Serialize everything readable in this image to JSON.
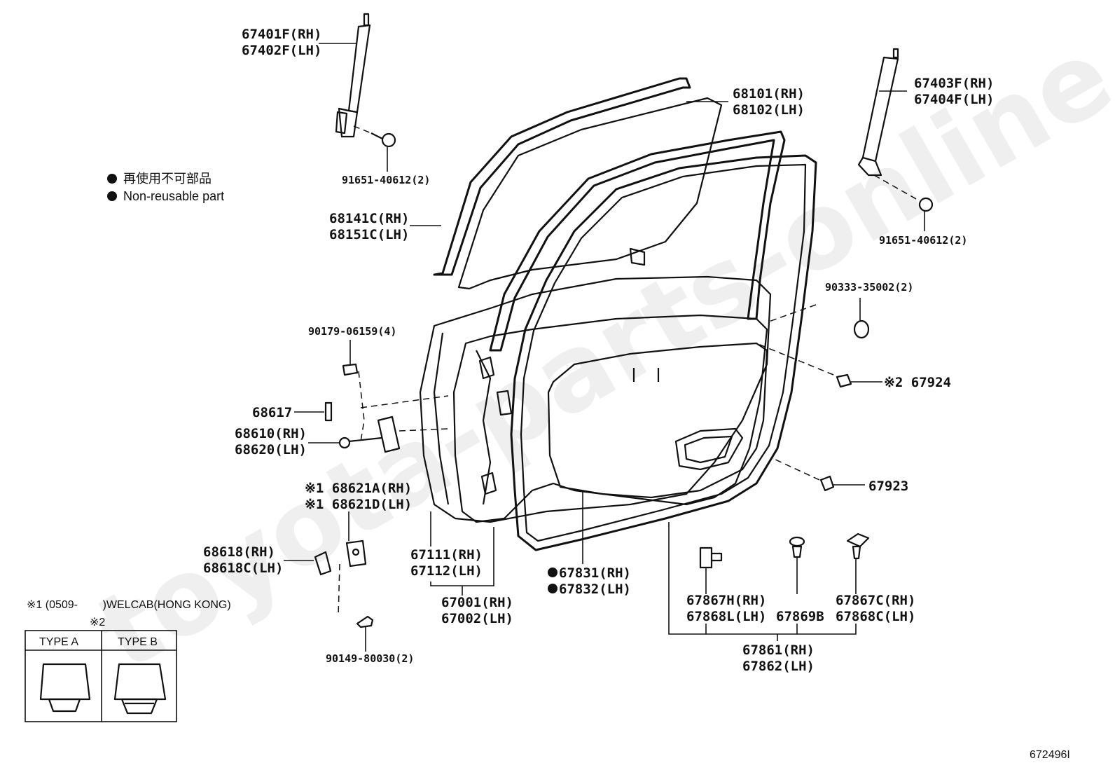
{
  "diagram_id": "672496I",
  "watermark": "toyota-parts-online.ru",
  "legend": {
    "jp": "再使用不可部品",
    "en": "Non-reusable part"
  },
  "notes": {
    "note1": "※1 (0509-        )WELCAB(HONG KONG)",
    "note2": "※2"
  },
  "type_table": {
    "type_a": "TYPE A",
    "type_b": "TYPE B"
  },
  "labels": {
    "p67401": "67401F(RH)",
    "p67402": "67402F(LH)",
    "p91651a": "91651-40612(2)",
    "p68101": "68101(RH)",
    "p68102": "68102(LH)",
    "p67403": "67403F(RH)",
    "p67404": "67404F(LH)",
    "p91651b": "91651-40612(2)",
    "p68141": "68141C(RH)",
    "p68151": "68151C(LH)",
    "p90333": "90333-35002(2)",
    "p90179": "90179-06159(4)",
    "p67924": "※2 67924",
    "p68617": "68617",
    "p68610": "68610(RH)",
    "p68620": "68620(LH)",
    "p67923": "67923",
    "p68621a": "※1 68621A(RH)",
    "p68621d": "※1 68621D(LH)",
    "p68618": "68618(RH)",
    "p68618c": "68618C(LH)",
    "p67111": "67111(RH)",
    "p67112": "67112(LH)",
    "p67831": "67831(RH)",
    "p67832": "67832(LH)",
    "p67867h": "67867H(RH)",
    "p67868l": "67868L(LH)",
    "p67869b": "67869B",
    "p67867c": "67867C(RH)",
    "p67868c": "67868C(LH)",
    "p67001": "67001(RH)",
    "p67002": "67002(LH)",
    "p90149": "90149-80030(2)",
    "p67861": "67861(RH)",
    "p67862": "67862(LH)"
  }
}
